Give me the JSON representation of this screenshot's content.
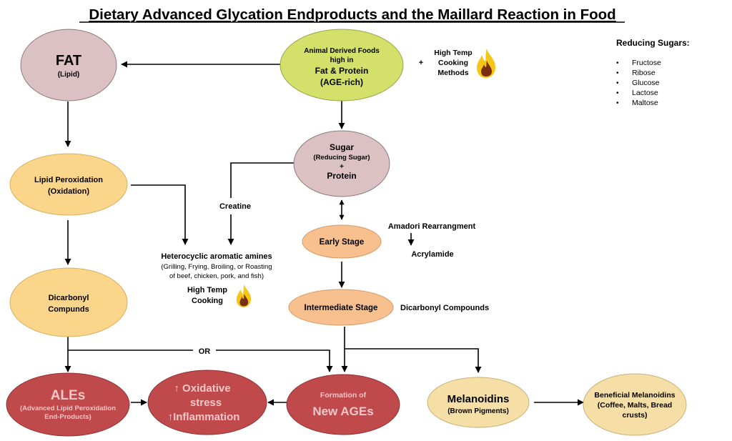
{
  "title": "Dietary Advanced Glycation Endproducts and the Maillard Reaction in Food",
  "colors": {
    "fat": "#dcc1c4",
    "yellowgreen": "#d3e16a",
    "orange_light": "#fbd58a",
    "peach": "#f8c08f",
    "red": "#c0494c",
    "cream": "#f6dfa7",
    "flame_outer": "#f5c518",
    "flame_inner": "#7a2f12"
  },
  "nodes": {
    "fat": {
      "title": "FAT",
      "subtitle": "(Lipid)"
    },
    "animal": {
      "line1": "Animal Derived Foods",
      "line2": "high in",
      "line3": "Fat & Protein",
      "line4": "(AGE-rich)"
    },
    "plus_sign": "+",
    "high_temp_methods": {
      "line1": "High Temp",
      "line2": "Cooking",
      "line3": "Methods"
    },
    "sugar": {
      "line1": "Sugar",
      "line2": "(Reducing Sugar)",
      "line3": "+",
      "line4": "Protein"
    },
    "lipid_perox": {
      "line1": "Lipid Peroxidation",
      "line2": "(Oxidation)"
    },
    "creatine": "Creatine",
    "hetero": {
      "line1": "Heterocyclic aromatic amines",
      "line2": "(Grilling, Frying, Broiling, or Roasting",
      "line3": "of beef, chicken, pork, and fish)"
    },
    "high_temp_cooking": {
      "line1": "High Temp",
      "line2": "Cooking"
    },
    "early": "Early Stage",
    "amadori": "Amadori Rearrangment",
    "acrylamide": "Acrylamide",
    "intermediate": "Intermediate Stage",
    "dicarbonyl_compounds": "Dicarbonyl Compounds",
    "dicarbonyl": {
      "line1": "Dicarbonyl",
      "line2": "Compunds"
    },
    "or_label": "OR",
    "ales": {
      "title": "ALEs",
      "line1": "(Advanced Lipid Peroxidation",
      "line2": "End-Products)"
    },
    "oxidative": {
      "line1": "↑ Oxidative",
      "line2": "stress",
      "line3": "↑Inflammation"
    },
    "new_ages": {
      "line1": "Formation of",
      "line2": "New AGEs"
    },
    "melanoidins": {
      "title": "Melanoidins",
      "subtitle": "(Brown Pigments)"
    },
    "beneficial": {
      "line1": "Beneficial Melanoidins",
      "line2": "(Coffee, Malts, Bread",
      "line3": "crusts)"
    }
  },
  "reducing_sugars": {
    "heading": "Reducing Sugars:",
    "items": [
      "Fructose",
      "Ribose",
      "Glucose",
      "Lactose",
      "Maltose"
    ]
  },
  "icons": [
    "flame-icon",
    "flame-icon"
  ]
}
